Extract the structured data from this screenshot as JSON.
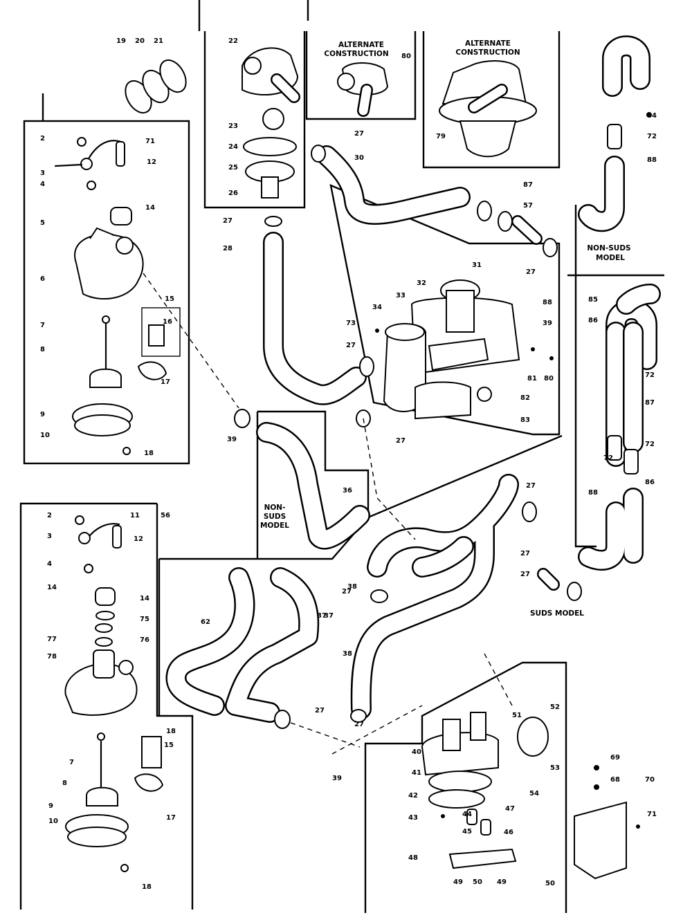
{
  "captions": {
    "alternate_construction_1": [
      "ALTERNATE",
      "CONSTRUCTION"
    ],
    "alternate_construction_2": [
      "ALTERNATE",
      "CONSTRUCTION"
    ],
    "non_suds_model_upper": [
      "NON-SUDS",
      "MODEL"
    ],
    "non_suds_model_lower": [
      "NON-",
      "SUDS",
      "MODEL"
    ],
    "suds_model": "SUDS MODEL"
  },
  "callouts": [
    {
      "id": "c1",
      "text": "19"
    },
    {
      "id": "c2",
      "text": "20"
    },
    {
      "id": "c3",
      "text": "21"
    },
    {
      "id": "c4",
      "text": "22"
    },
    {
      "id": "c5",
      "text": "23"
    },
    {
      "id": "c6",
      "text": "24"
    },
    {
      "id": "c7",
      "text": "25"
    },
    {
      "id": "c8",
      "text": "26"
    },
    {
      "id": "c9",
      "text": "27"
    },
    {
      "id": "c10",
      "text": "28"
    },
    {
      "id": "c11",
      "text": "27"
    },
    {
      "id": "c12",
      "text": "30"
    },
    {
      "id": "c13",
      "text": "80"
    },
    {
      "id": "c14",
      "text": "79"
    },
    {
      "id": "c15",
      "text": "2"
    },
    {
      "id": "c16",
      "text": "71"
    },
    {
      "id": "c17",
      "text": "12"
    },
    {
      "id": "c18",
      "text": "3"
    },
    {
      "id": "c19",
      "text": "4"
    },
    {
      "id": "c20",
      "text": "14"
    },
    {
      "id": "c21",
      "text": "5"
    },
    {
      "id": "c22",
      "text": "6"
    },
    {
      "id": "c23",
      "text": "7"
    },
    {
      "id": "c24",
      "text": "15"
    },
    {
      "id": "c25",
      "text": "16"
    },
    {
      "id": "c26",
      "text": "8"
    },
    {
      "id": "c27",
      "text": "17"
    },
    {
      "id": "c28",
      "text": "9"
    },
    {
      "id": "c29",
      "text": "10"
    },
    {
      "id": "c30",
      "text": "18"
    },
    {
      "id": "c31",
      "text": "39"
    },
    {
      "id": "c32",
      "text": "87"
    },
    {
      "id": "c33",
      "text": "57"
    },
    {
      "id": "c34",
      "text": "27"
    },
    {
      "id": "c35",
      "text": "31"
    },
    {
      "id": "c36",
      "text": "32"
    },
    {
      "id": "c37",
      "text": "33"
    },
    {
      "id": "c38",
      "text": "34"
    },
    {
      "id": "c39",
      "text": "73"
    },
    {
      "id": "c40",
      "text": "88"
    },
    {
      "id": "c41",
      "text": "39"
    },
    {
      "id": "c42",
      "text": "27"
    },
    {
      "id": "c43",
      "text": "80"
    },
    {
      "id": "c44",
      "text": "81"
    },
    {
      "id": "c45",
      "text": "82"
    },
    {
      "id": "c46",
      "text": "83"
    },
    {
      "id": "c47",
      "text": "27"
    },
    {
      "id": "c48",
      "text": "84"
    },
    {
      "id": "c49",
      "text": "72"
    },
    {
      "id": "c50",
      "text": "88"
    },
    {
      "id": "c51",
      "text": "85"
    },
    {
      "id": "c52",
      "text": "86"
    },
    {
      "id": "c53",
      "text": "72"
    },
    {
      "id": "c54",
      "text": "87"
    },
    {
      "id": "c55",
      "text": "72"
    },
    {
      "id": "c56",
      "text": "72"
    },
    {
      "id": "c57",
      "text": "88"
    },
    {
      "id": "c58",
      "text": "86"
    },
    {
      "id": "c59",
      "text": "36"
    },
    {
      "id": "c60",
      "text": "2"
    },
    {
      "id": "c61",
      "text": "11"
    },
    {
      "id": "c62",
      "text": "56"
    },
    {
      "id": "c63",
      "text": "3"
    },
    {
      "id": "c64",
      "text": "12"
    },
    {
      "id": "c65",
      "text": "4"
    },
    {
      "id": "c66",
      "text": "14"
    },
    {
      "id": "c67",
      "text": "14"
    },
    {
      "id": "c68",
      "text": "75"
    },
    {
      "id": "c69",
      "text": "77"
    },
    {
      "id": "c70",
      "text": "76"
    },
    {
      "id": "c71",
      "text": "78"
    },
    {
      "id": "c72",
      "text": "18"
    },
    {
      "id": "c73",
      "text": "15"
    },
    {
      "id": "c74",
      "text": "7"
    },
    {
      "id": "c75",
      "text": "8"
    },
    {
      "id": "c76",
      "text": "17"
    },
    {
      "id": "c77",
      "text": "9"
    },
    {
      "id": "c78",
      "text": "10"
    },
    {
      "id": "c79",
      "text": "18"
    },
    {
      "id": "c80",
      "text": "27"
    },
    {
      "id": "c81",
      "text": "37"
    },
    {
      "id": "c82",
      "text": "27"
    },
    {
      "id": "c83",
      "text": "27"
    },
    {
      "id": "c84",
      "text": "38"
    },
    {
      "id": "c85",
      "text": "27"
    },
    {
      "id": "c86",
      "text": "62"
    },
    {
      "id": "c87",
      "text": "37"
    },
    {
      "id": "c88",
      "text": "38"
    },
    {
      "id": "c89",
      "text": "27"
    },
    {
      "id": "c90",
      "text": "27"
    },
    {
      "id": "c91",
      "text": "51"
    },
    {
      "id": "c92",
      "text": "52"
    },
    {
      "id": "c93",
      "text": "40"
    },
    {
      "id": "c94",
      "text": "53"
    },
    {
      "id": "c95",
      "text": "41"
    },
    {
      "id": "c96",
      "text": "42"
    },
    {
      "id": "c97",
      "text": "54"
    },
    {
      "id": "c98",
      "text": "43"
    },
    {
      "id": "c99",
      "text": "44"
    },
    {
      "id": "c100",
      "text": "47"
    },
    {
      "id": "c101",
      "text": "45"
    },
    {
      "id": "c102",
      "text": "46"
    },
    {
      "id": "c103",
      "text": "48"
    },
    {
      "id": "c104",
      "text": "49"
    },
    {
      "id": "c105",
      "text": "50"
    },
    {
      "id": "c106",
      "text": "49"
    },
    {
      "id": "c107",
      "text": "50"
    },
    {
      "id": "c108",
      "text": "39"
    },
    {
      "id": "c109",
      "text": "69"
    },
    {
      "id": "c110",
      "text": "68"
    },
    {
      "id": "c111",
      "text": "70"
    },
    {
      "id": "c112",
      "text": "71"
    }
  ]
}
